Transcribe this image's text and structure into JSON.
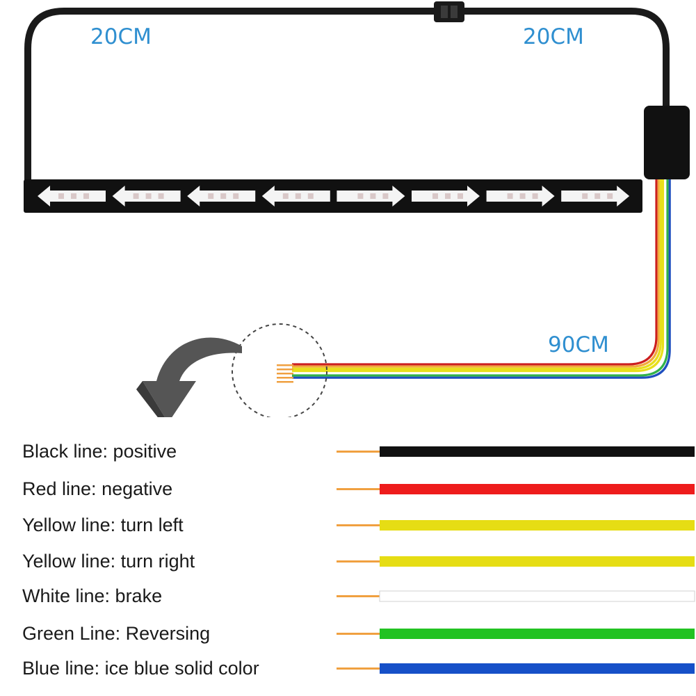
{
  "diagram": {
    "labels": {
      "left_length": "20CM",
      "right_length": "20CM",
      "harness_length": "90CM"
    },
    "arrow_directions": [
      "left",
      "left",
      "left",
      "left",
      "right",
      "right",
      "right",
      "right"
    ],
    "harness_colors": [
      "#cc1f1f",
      "#f2a93b",
      "#e8df1b",
      "#e8df1b",
      "#ffffff",
      "#31b24a",
      "#1f4fbf"
    ],
    "led_strip_color": "#111111",
    "cable_color": "#1a1a1a",
    "accent_color": "#2f8fd0",
    "pointer_arrow_color": "#555555",
    "tinned_tip_color": "#f0a040"
  },
  "legend": [
    {
      "label": "Black line: positive",
      "color": "#111111"
    },
    {
      "label": "Red line: negative",
      "color": "#ee1c1c"
    },
    {
      "label": "Yellow line: turn left",
      "color": "#e6dd14"
    },
    {
      "label": "Yellow line: turn right",
      "color": "#e6dd14"
    },
    {
      "label": "White line: brake",
      "color": "#ffffff"
    },
    {
      "label": "Green Line: Reversing",
      "color": "#22c222"
    },
    {
      "label": "Blue line: ice blue solid color",
      "color": "#1650c8"
    }
  ]
}
